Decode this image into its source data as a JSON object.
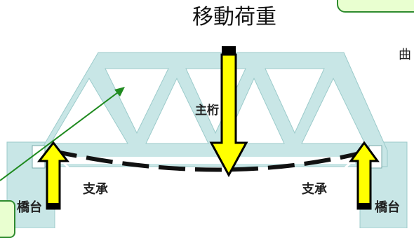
{
  "labels": {
    "moving_load": "移動荷重",
    "main_girder": "主桁",
    "bearing_left": "支承",
    "bearing_right": "支承",
    "abutment_left": "橋台",
    "abutment_right": "橋台",
    "bending_partial": "曲"
  },
  "colors": {
    "truss": "#c8e6e6",
    "truss_edge": "#9ccbcb",
    "abutment": "#c8e6e6",
    "arrow_fill": "#ffff00",
    "arrow_outline": "#000000",
    "deflection_line": "#111111",
    "leader_line": "#1f8a1f",
    "callout_bg": "#e9ffd0",
    "callout_border": "#2e8b2e"
  }
}
